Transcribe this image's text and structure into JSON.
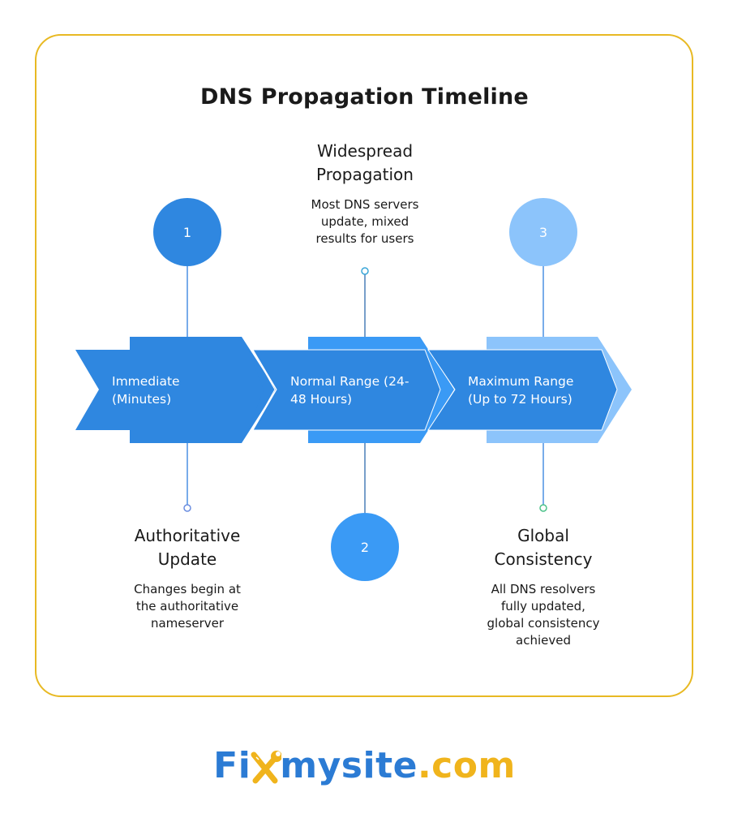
{
  "title": "DNS Propagation Timeline",
  "stages": [
    {
      "number": "1",
      "chevron_label": "Immediate (Minutes)",
      "chevron_lines": [
        "Immediate",
        "(Minutes)"
      ],
      "heading_lines": [
        "Authoritative",
        "Update"
      ],
      "description_lines": [
        "Changes begin at",
        "the authoritative",
        "nameserver"
      ],
      "color": "#2f87e0"
    },
    {
      "number": "2",
      "chevron_label": "Normal Range (24-48 Hours)",
      "chevron_lines": [
        "Normal Range (24-",
        "48 Hours)"
      ],
      "heading_lines": [
        "Widespread",
        "Propagation"
      ],
      "description_lines": [
        "Most DNS servers",
        "update, mixed",
        "results for users"
      ],
      "color": "#3a9af5"
    },
    {
      "number": "3",
      "chevron_label": "Maximum Range (Up to 72 Hours)",
      "chevron_lines": [
        "Maximum Range",
        "(Up to 72 Hours)"
      ],
      "heading_lines": [
        "Global",
        "Consistency"
      ],
      "description_lines": [
        "All DNS resolvers",
        "fully updated,",
        "global consistency",
        "achieved"
      ],
      "color": "#8cc4fb"
    }
  ],
  "colors": {
    "chevron_inner": "#2f87e0",
    "border": "#e8b923",
    "brand_blue": "#2b7bd4",
    "brand_yellow": "#f0b41c"
  },
  "logo": {
    "part1": "Fi",
    "part2": "mysite",
    "part3": ".com"
  }
}
